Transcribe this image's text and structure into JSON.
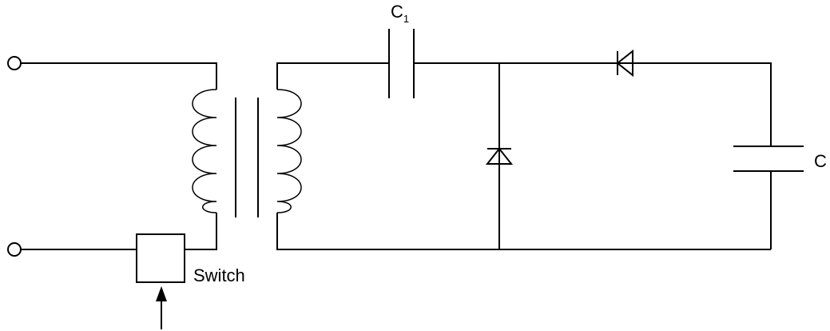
{
  "labels": {
    "capacitor_1": "C",
    "capacitor_1_subscript": "1",
    "capacitor_2": "C",
    "switch": "Switch"
  }
}
